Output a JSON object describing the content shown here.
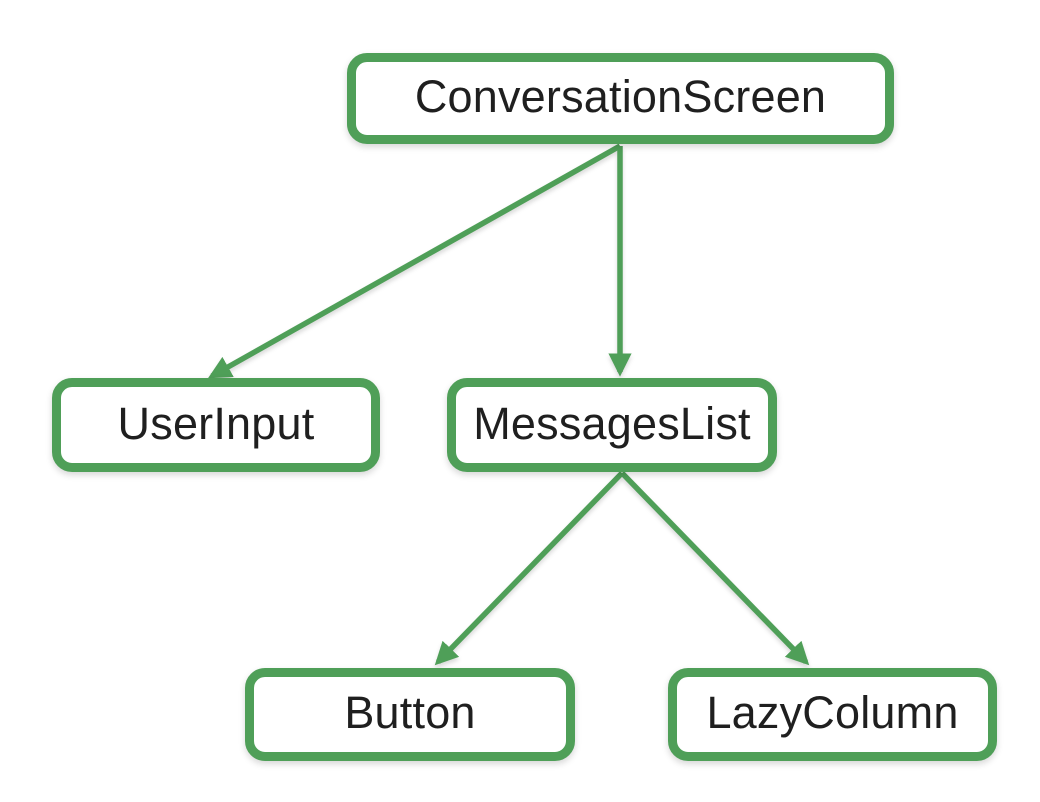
{
  "diagram": {
    "type": "tree",
    "description": "Compose UI component hierarchy",
    "colors": {
      "accent": "#4f9f58",
      "node_fill": "#ffffff",
      "text": "#1f1f1f",
      "background": "#ffffff"
    },
    "nodes": [
      {
        "id": "conversation-screen",
        "label": "ConversationScreen",
        "level": 0
      },
      {
        "id": "user-input",
        "label": "UserInput",
        "level": 1
      },
      {
        "id": "messages-list",
        "label": "MessagesList",
        "level": 1
      },
      {
        "id": "button",
        "label": "Button",
        "level": 2
      },
      {
        "id": "lazy-column",
        "label": "LazyColumn",
        "level": 2
      }
    ],
    "edges": [
      {
        "from": "ConversationScreen",
        "to": "UserInput"
      },
      {
        "from": "ConversationScreen",
        "to": "MessagesList"
      },
      {
        "from": "MessagesList",
        "to": "Button"
      },
      {
        "from": "MessagesList",
        "to": "LazyColumn"
      }
    ]
  }
}
